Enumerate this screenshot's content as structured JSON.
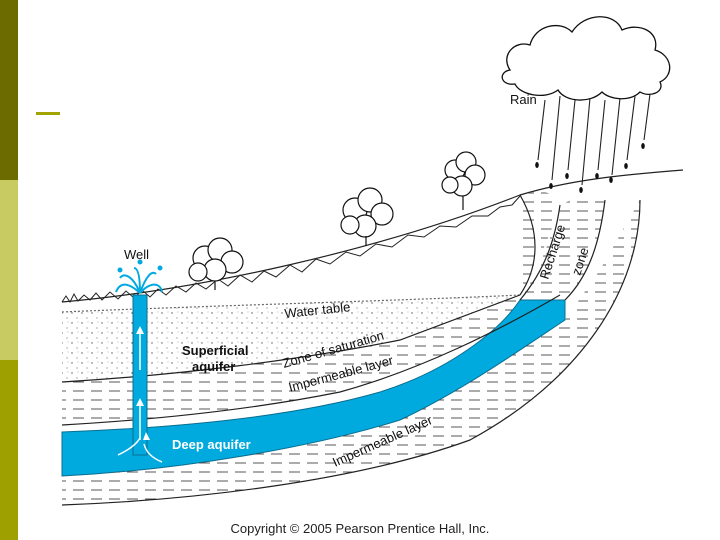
{
  "slide": {
    "accent_colors": {
      "dark": "#6b6b00",
      "light": "#c8cb62",
      "mid": "#9ea000"
    }
  },
  "diagram": {
    "labels": {
      "rain": "Rain",
      "well": "Well",
      "water_table": "Water table",
      "zone_of_saturation": "Zone of saturation",
      "superficial_aquifer_line1": "Superficial",
      "superficial_aquifer_line2": "aquifer",
      "impermeable_layer_upper": "Impermeable layer",
      "deep_aquifer": "Deep aquifer",
      "impermeable_layer_lower": "Impermeable layer",
      "recharge_zone_line1": "Recharge",
      "recharge_zone_line2": "zone"
    },
    "colors": {
      "water": "#00aadf",
      "ink": "#111111"
    }
  },
  "copyright": "Copyright © 2005 Pearson Prentice Hall, Inc."
}
